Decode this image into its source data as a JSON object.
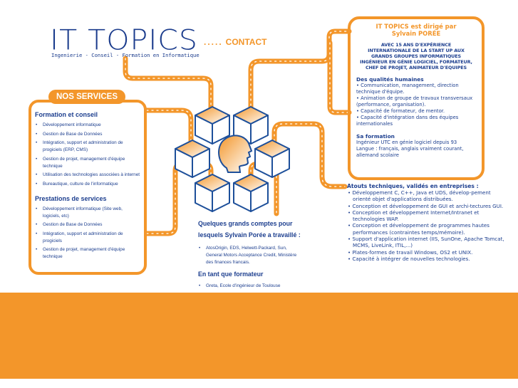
{
  "header": {
    "logo": "IT TOPICS",
    "tagline": "Ingenierie - Conseil - Formation en Informatique",
    "contact_dots": ".....",
    "contact_label": "CONTACT"
  },
  "services": {
    "title": "NOS SERVICES",
    "sections": [
      {
        "heading": "Formation et conseil",
        "items": [
          "Développement informatique",
          "Gestion de Base de Données",
          "Intégration, support et administration de progiciels (ERP, CMS)",
          "Gestion de projet, management d'équipe technique",
          "Utilisation des technologies associées à internet",
          "Bureautique, culture de l'informatique"
        ]
      },
      {
        "heading": "Prestations de services",
        "items": [
          "Développement informatique (Site web, logiciels, etc)",
          "Gestion de Base de Données",
          "Intégration, support et administration de progiciels",
          "Gestion de projet, management d'équipe technique"
        ]
      }
    ]
  },
  "profile": {
    "title_line1": "IT TOPICS est dirigé par",
    "title_line2": "Sylvain PORÉE",
    "experience": [
      "AVEC 15 ANS D'EXPÉRIENCE",
      "INTERNATIONALE DE LA START UP AUX",
      "GRANDS GROUPES INFORMATIQUES",
      "INGÉNIEUR EN GÉNIE LOGICIEL, FORMATEUR,",
      "CHEF DE PROJET, ANIMATEUR D'EQUIPES"
    ],
    "qualities_heading": "Des qualités humaines",
    "qualities": [
      "• Communication, management, direction technique d'équipe.",
      "• Animation de groupe de travaux transversaux (performance, organisation).",
      "• Capacité de formateur, de mentor.",
      "• Capacité d'intégration dans des équipes internationales"
    ],
    "formation_heading": "Sa formation",
    "formation": [
      "Ingénieur UTC en génie logiciel depuis 93",
      "Langue : français, anglais vraiment courant, allemand scolaire"
    ]
  },
  "atouts": {
    "heading": "Atouts techniques, validés en entreprises :",
    "items": [
      "• Développement C, C++, Java et UDS, dévelop-pement orienté objet d'applications distribuées.",
      "• Conception et développement de GUI et archi-tectures GUI.",
      "• Conception et développement Internet/Intranet et technologies WAP.",
      "• Conception et développement de programmes hautes performances (contraintes temps/mémoire).",
      "• Support d'application internet (IIS, SunOne, Apache Tomcat, MCMS, LiveLink, ITIL,...)",
      "• Plates-formes de travail Windows, OS2 et UNIX.",
      "• Capacité à intégrer de nouvelles technologies."
    ]
  },
  "clients": {
    "heading_line1": "Quelques grands comptes pour",
    "heading_line2": "lesquels Sylvain Porée a travaillé :",
    "items": [
      "AtosOrigin, EDS, Helwett-Packard, Sun, General Motors Acceptance Credit, Ministère des finances francais."
    ],
    "trainer_heading": "En tant que formateur",
    "trainer_items": [
      "Greta, Ecole d'ingénieur de Toulouse"
    ]
  },
  "colors": {
    "orange": "#f3962a",
    "blue": "#1d3f8f"
  }
}
